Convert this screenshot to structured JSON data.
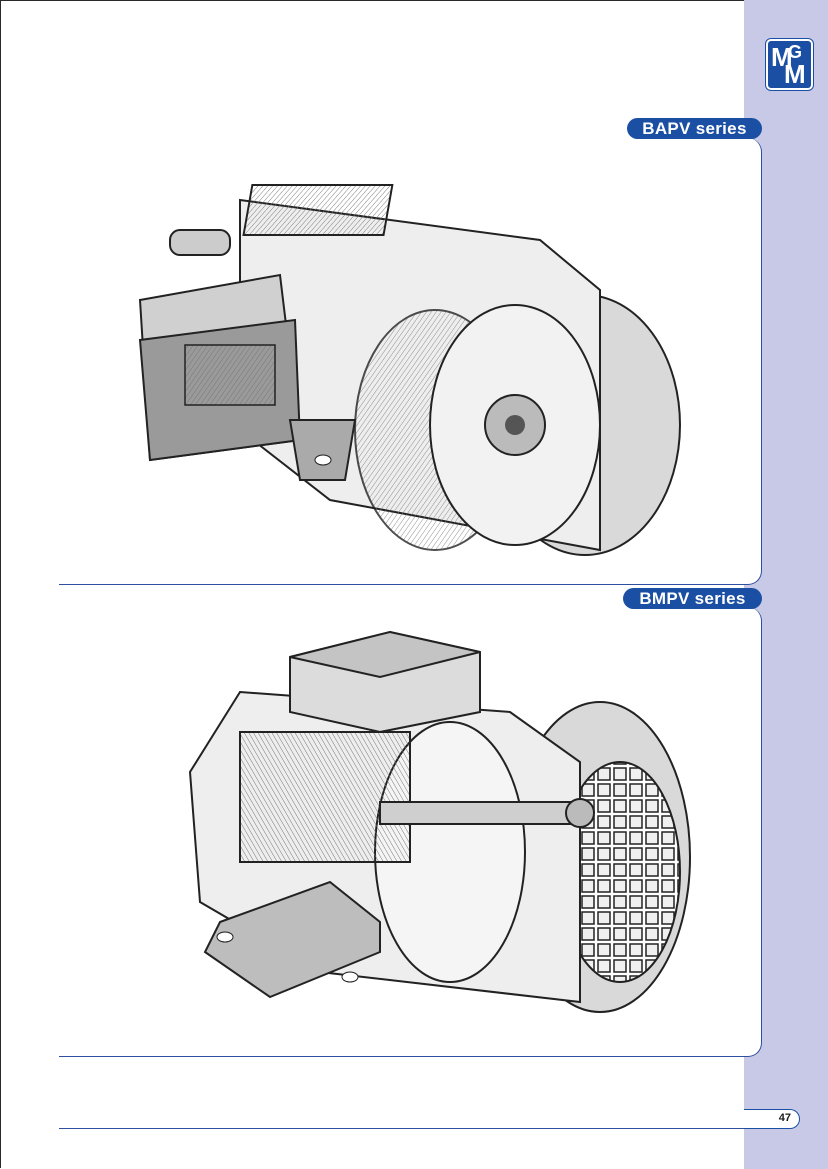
{
  "logo": {
    "letters": [
      "M",
      "G",
      "M"
    ]
  },
  "sections": [
    {
      "title": "BAPV series",
      "illustration": "motor-cutaway-with-terminal-box-icon"
    },
    {
      "title": "BMPV series",
      "illustration": "motor-cutaway-with-fan-cover-icon"
    }
  ],
  "footer": {
    "page_number": "47"
  },
  "colors": {
    "accent": "#1b4fa3",
    "band": "#c7c9e6",
    "line": "#2e4fa0"
  }
}
